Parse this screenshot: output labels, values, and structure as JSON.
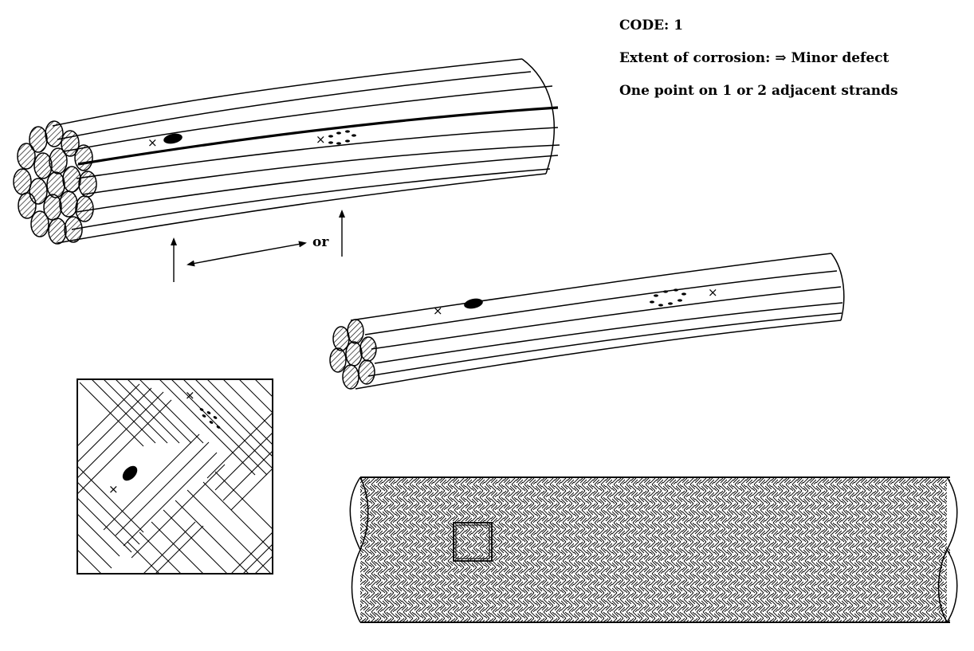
{
  "caption": {
    "code": "CODE: 1",
    "extent": "Extent of corrosion: ⇒ Minor defect",
    "points": "One point on 1 or 2 adjacent strands"
  },
  "diagram": {
    "or_label": "or",
    "cross_mark": "×"
  }
}
